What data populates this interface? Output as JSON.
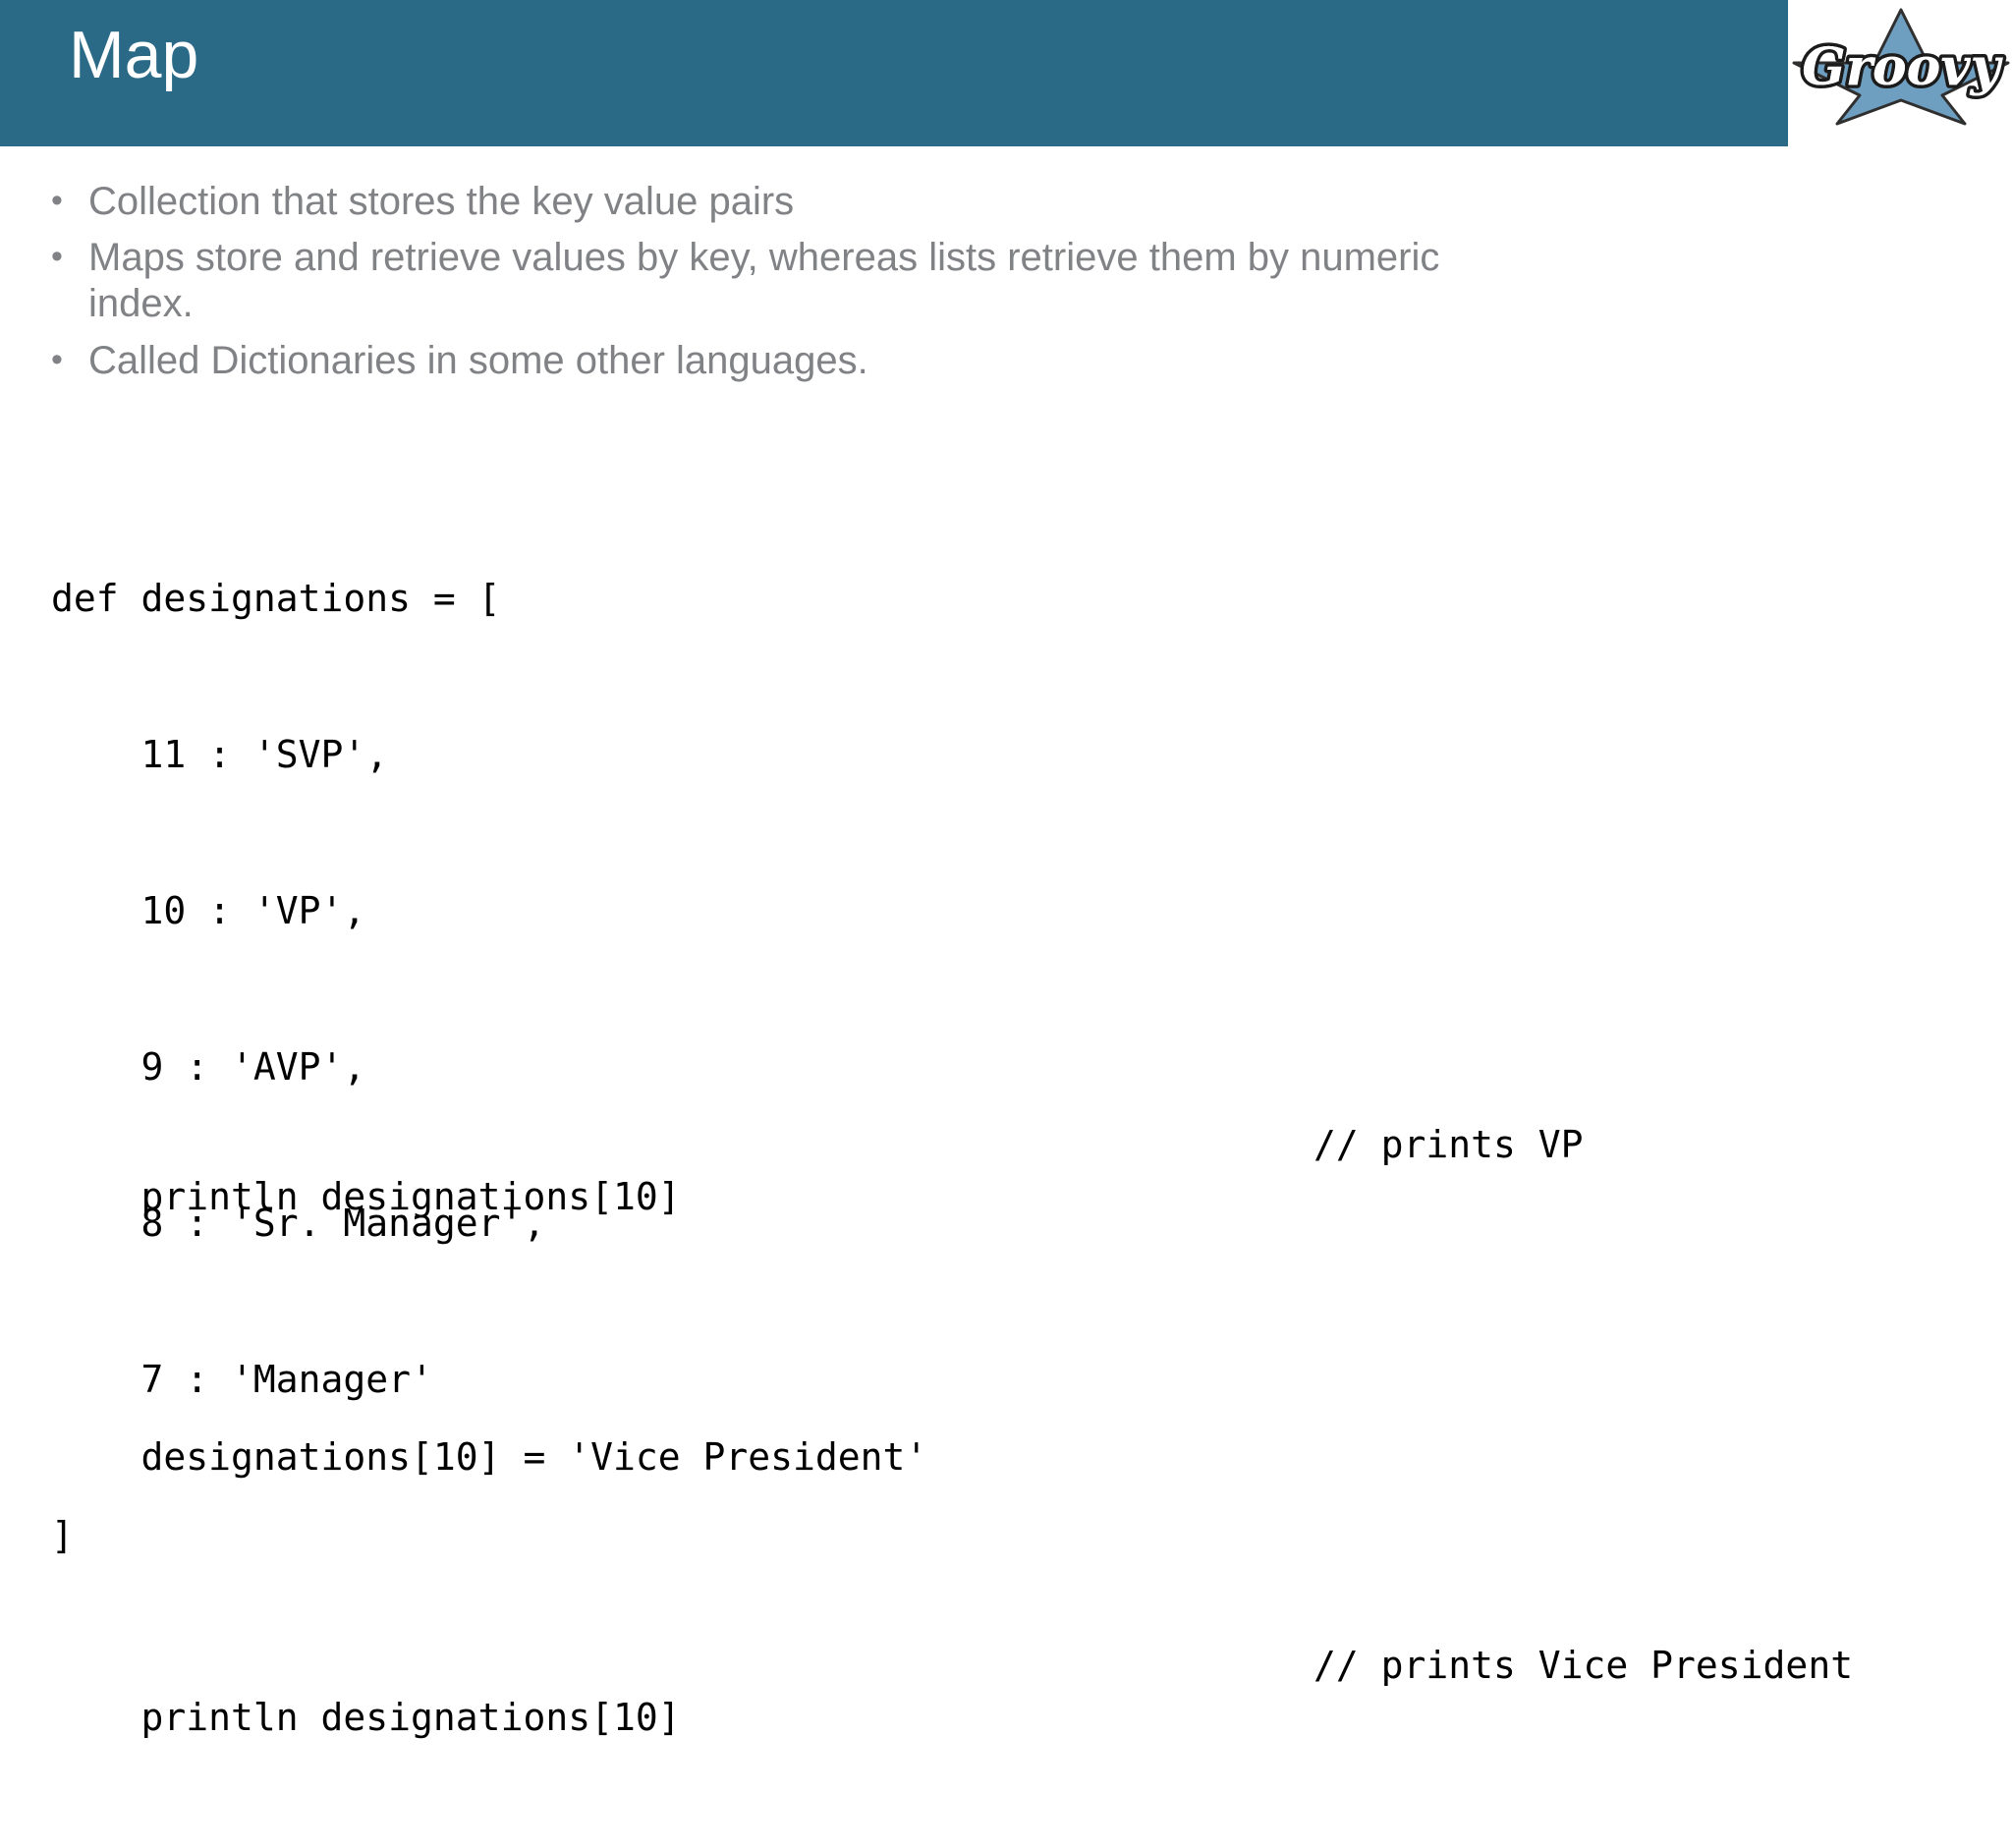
{
  "slide": {
    "title": "Map",
    "header_color": "#2b6a87",
    "bullet_text_color": "#808285",
    "code_text_color": "#000000",
    "background_color": "#ffffff"
  },
  "logo": {
    "name": "groovy-logo",
    "word": "Groovy",
    "star_color": "#6f9fc0",
    "star_outline": "#2f2f2f"
  },
  "bullets": [
    {
      "marker": "•",
      "text": "Collection that stores the key value pairs"
    },
    {
      "marker": "•",
      "text": "Maps store and retrieve values by key, whereas lists retrieve them by numeric index."
    },
    {
      "marker": "•",
      "text": "Called Dictionaries in some other languages."
    }
  ],
  "code_top": {
    "lines": [
      "def designations = [",
      "    11 : 'SVP',",
      "    10 : 'VP',",
      "    9 : 'AVP',",
      "    8 : 'Sr. Manager',",
      "    7 : 'Manager'",
      "]"
    ]
  },
  "code_bottom": {
    "rows": [
      {
        "code": "println designations[10]",
        "comment": "// prints VP"
      },
      {
        "code": "designations[10] = 'Vice President'",
        "comment": ""
      },
      {
        "code": "println designations[10]",
        "comment": "// prints Vice President"
      }
    ]
  }
}
